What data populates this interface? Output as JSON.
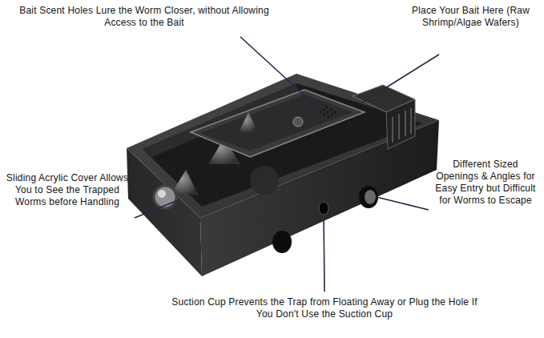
{
  "diagram": {
    "labels": [
      "Bait Scent Holes Lure the Worm Closer, without Allowing Access to the Bait",
      "Place Your Bait Here (Raw Shrimp/Algae Wafers)",
      "Sliding Acrylic Cover Allows You to See the Trapped Worms before Handling",
      "Different Sized Openings & Angles for Easy Entry but Difficult for Worms to Escape",
      "Suction Cup Prevents the Trap from Floating Away or Plug the Hole If You Don't Use the Suction Cup"
    ]
  }
}
